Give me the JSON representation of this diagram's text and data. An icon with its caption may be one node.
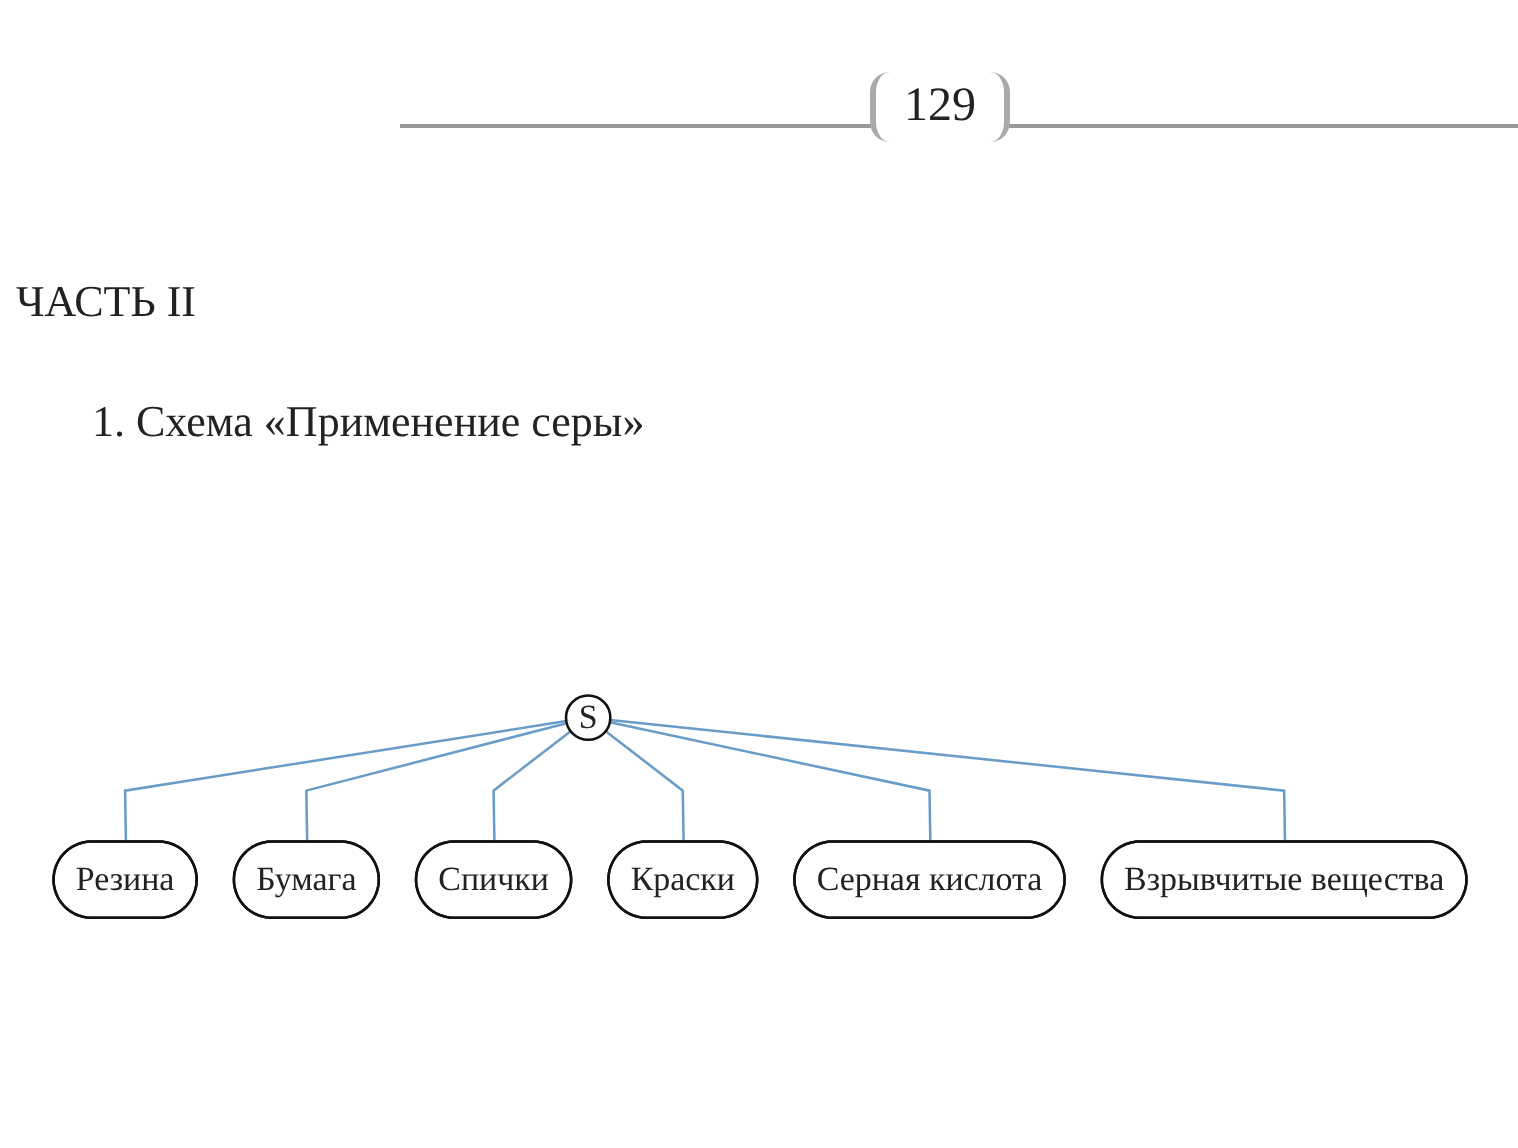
{
  "diagram": {
    "nodes": [
      {
        "text": [
          "Резина"
        ]
      },
      {
        "text": [
          "Бумага"
        ]
      },
      {
        "text": [
          "Спички"
        ]
      },
      {
        "text": [
          "S"
        ]
      },
      {
        "text": [
          "Краски"
        ]
      },
      {
        "text": [
          "Серная кислота"
        ]
      },
      {
        "text": [
          "Взрывчитые вещества"
        ]
      }
    ],
    "edges": [
      {
        "from": 3,
        "to": 0,
        "arrow": "none"
      },
      {
        "from": 3,
        "to": 1,
        "arrow": "none"
      },
      {
        "from": 3,
        "to": 2,
        "arrow": "none"
      },
      {
        "from": 3,
        "to": 4,
        "arrow": "none"
      },
      {
        "from": 3,
        "to": 5,
        "arrow": "none"
      },
      {
        "from": 3,
        "to": 6,
        "arrow": "none"
      }
    ],
    "labels": [
      "129",
      "ЧАСТЬ II",
      "1. Схема «Применение серы»"
    ]
  }
}
